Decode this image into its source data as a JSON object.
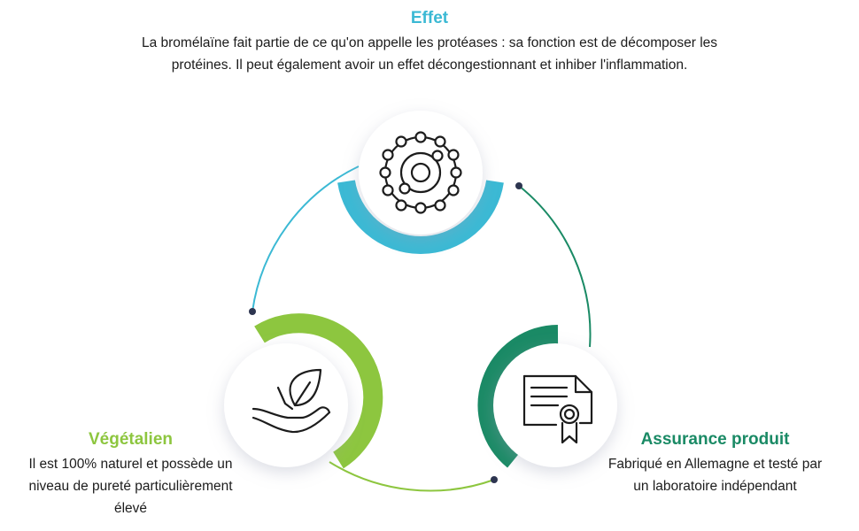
{
  "effet": {
    "title": "Effet",
    "text": "La bromélaïne fait partie de ce qu'on appelle les protéases : sa fonction est de décomposer les protéines. Il peut également avoir un effet décongestionnant et inhiber l'inflammation.",
    "color": "#3bb9d4",
    "icon": "molecule-icon"
  },
  "vegetalien": {
    "title": "Végétalien",
    "text": "Il est 100% naturel et possède un niveau de pureté particulièrement élevé",
    "color": "#8dc63f",
    "icon": "leaf-hand-icon"
  },
  "assurance": {
    "title": "Assurance produit",
    "text": "Fabriqué en Allemagne et testé par un laboratoire indépendant",
    "color": "#1a8a65",
    "icon": "certificate-icon"
  },
  "connector_color": "#2d3550"
}
